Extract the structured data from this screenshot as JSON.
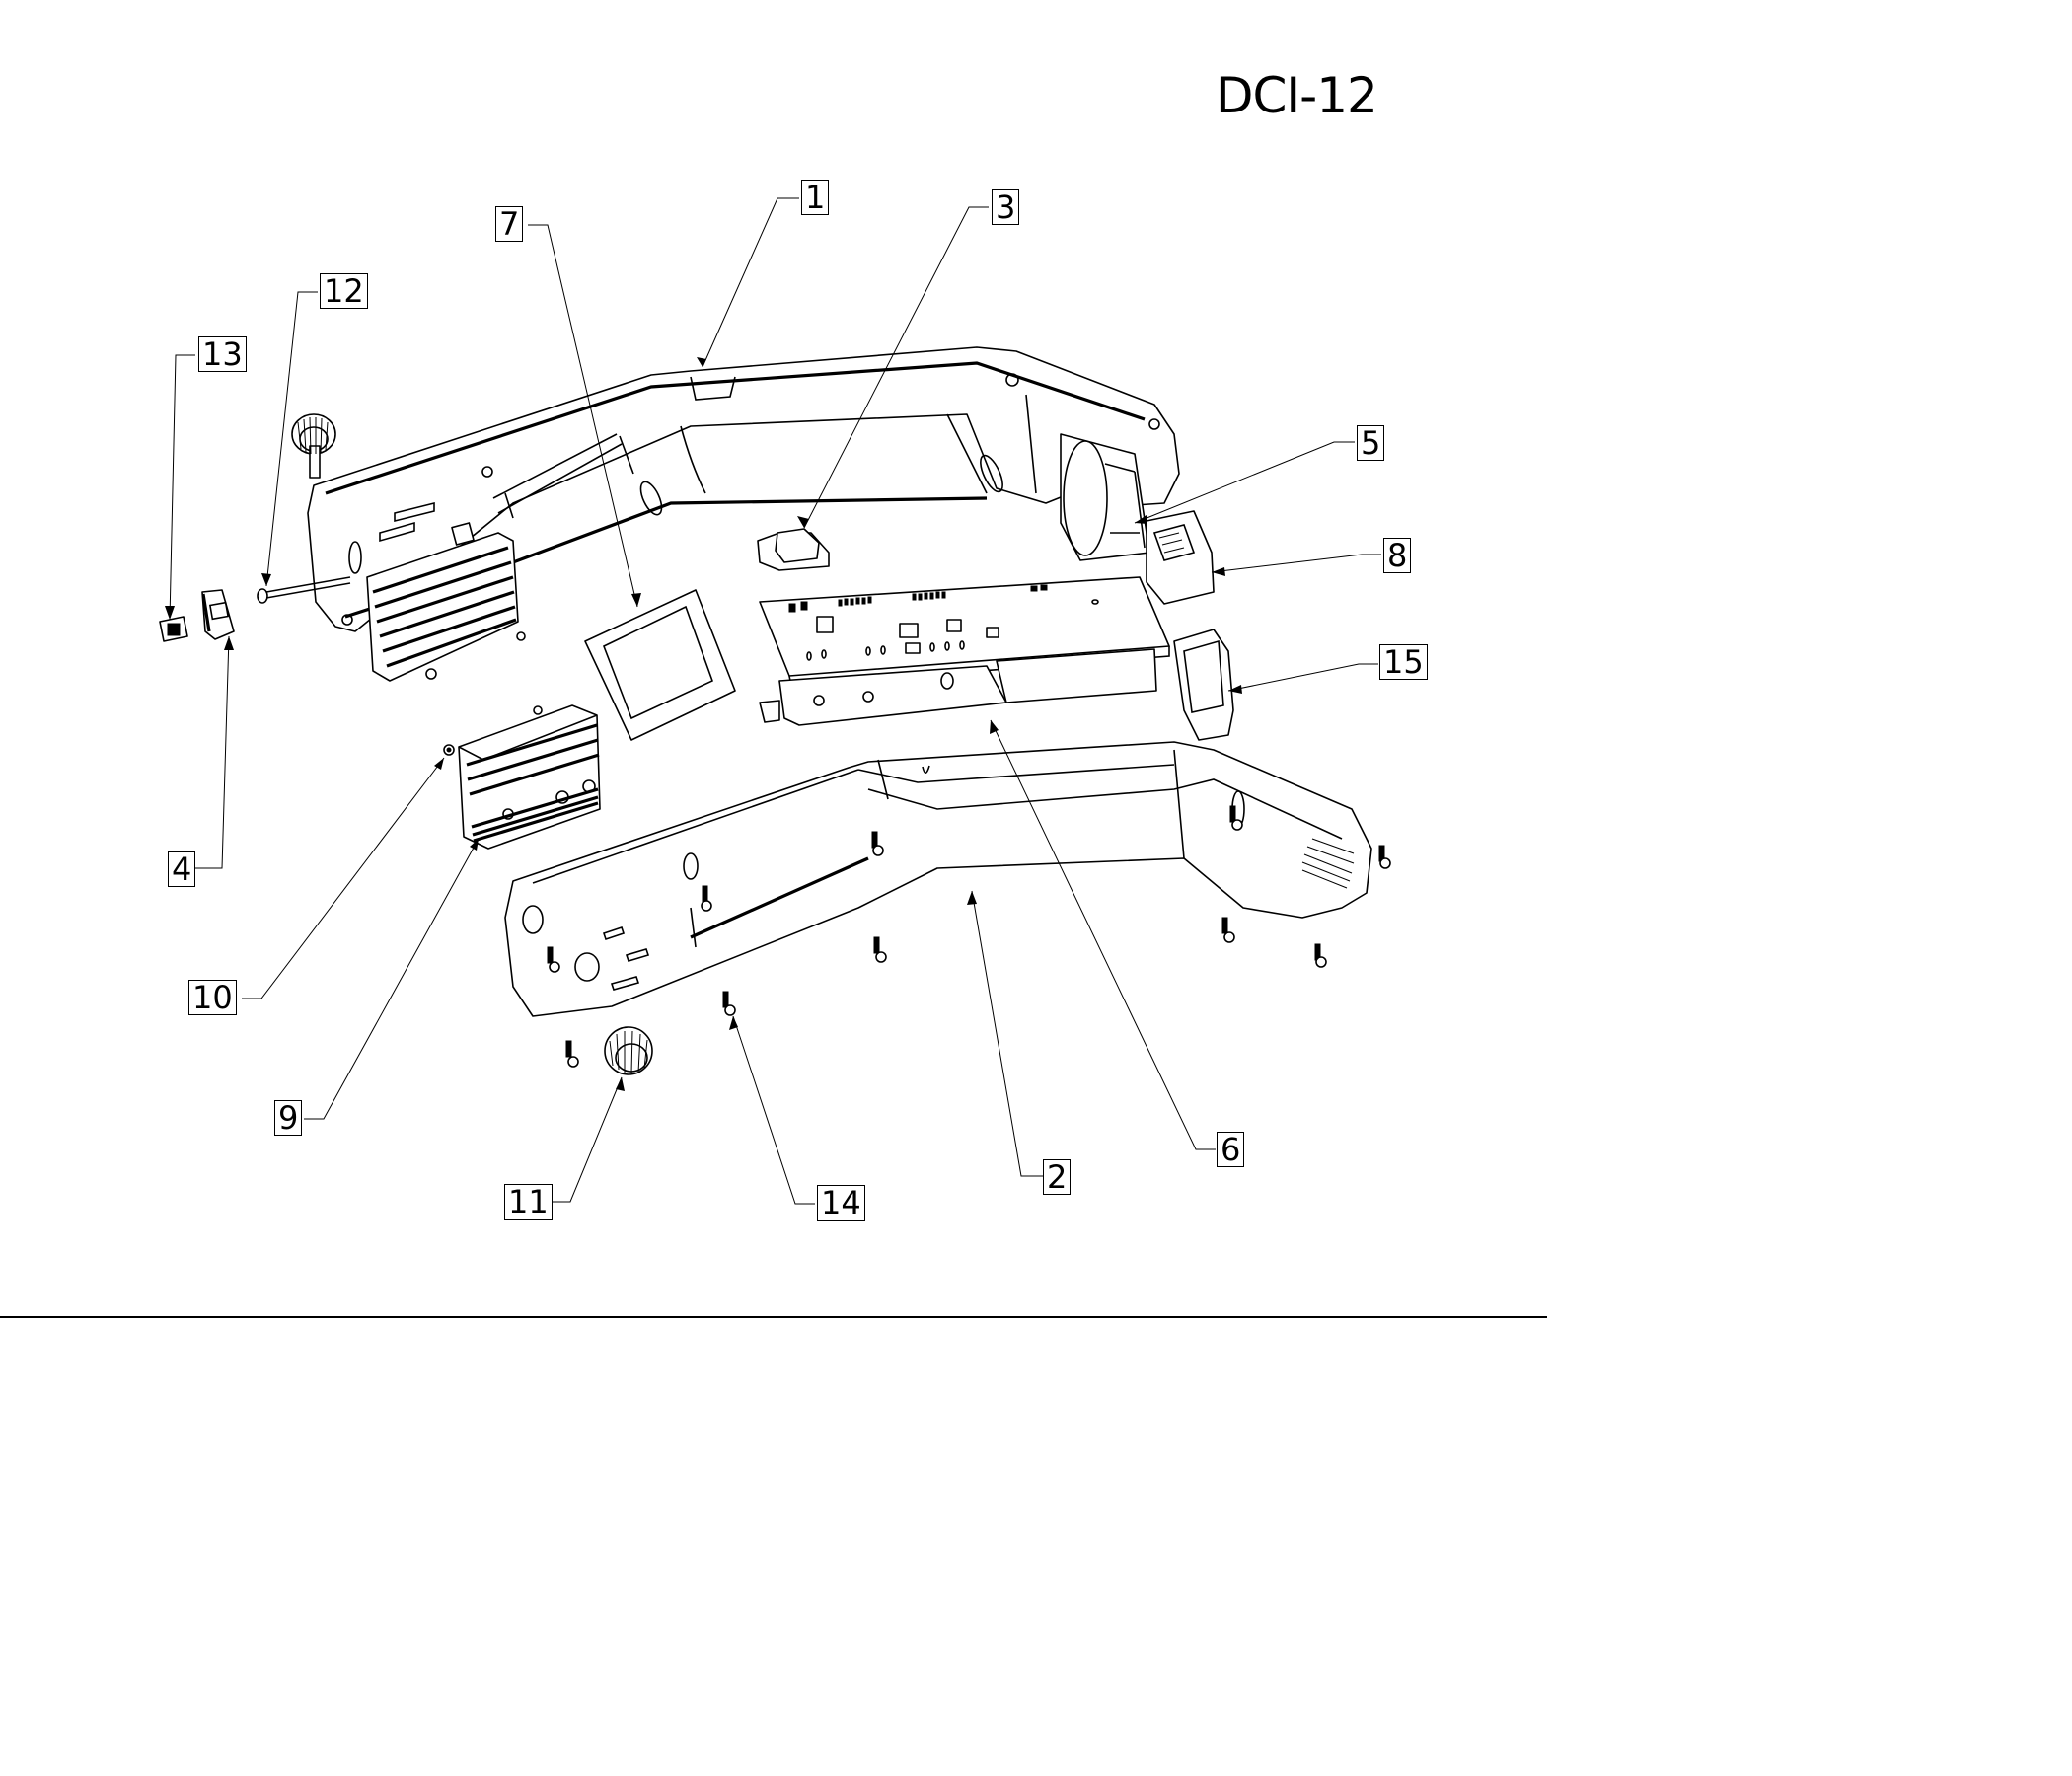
{
  "drawing": {
    "title": "DCI-12",
    "type": "exploded-assembly",
    "colors": {
      "line": "#000000",
      "background": "#ffffff"
    }
  },
  "callouts": [
    {
      "id": "1",
      "label": "1",
      "part": "upper-housing"
    },
    {
      "id": "2",
      "label": "2",
      "part": "lower-housing"
    },
    {
      "id": "3",
      "label": "3",
      "part": "button-cap"
    },
    {
      "id": "4",
      "label": "4",
      "part": "switch"
    },
    {
      "id": "5",
      "label": "5",
      "part": "cooling-fan"
    },
    {
      "id": "6",
      "label": "6",
      "part": "pcb-assembly"
    },
    {
      "id": "7",
      "label": "7",
      "part": "display-window"
    },
    {
      "id": "8",
      "label": "8",
      "part": "power-socket"
    },
    {
      "id": "9",
      "label": "9",
      "part": "heatsink"
    },
    {
      "id": "10",
      "label": "10",
      "part": "heatsink-screw"
    },
    {
      "id": "11",
      "label": "11",
      "part": "knob"
    },
    {
      "id": "12",
      "label": "12",
      "part": "led-lightpipe"
    },
    {
      "id": "13",
      "label": "13",
      "part": "connector-cap"
    },
    {
      "id": "14",
      "label": "14",
      "part": "housing-screw"
    },
    {
      "id": "15",
      "label": "15",
      "part": "cable-connector"
    }
  ]
}
